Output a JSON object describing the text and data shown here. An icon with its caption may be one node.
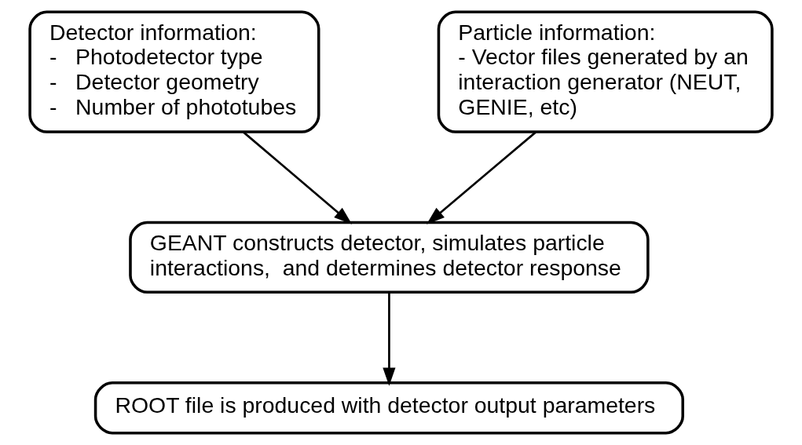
{
  "diagram": {
    "nodes": [
      {
        "text": [
          "Detector information:",
          "-   Photodetector type",
          "-   Detector geometry",
          "-   Number of phototubes"
        ]
      },
      {
        "text": [
          "Particle information:",
          "- Vector files generated by an interaction generator (NEUT, GENIE, etc)"
        ]
      },
      {
        "text": [
          "GEANT constructs detector, simulates particle interactions,  and determines detector response"
        ]
      },
      {
        "text": [
          "ROOT file is produced with detector output parameters"
        ]
      }
    ],
    "edges": [
      {
        "from": 0,
        "to": 2,
        "arrow": "to"
      },
      {
        "from": 1,
        "to": 2,
        "arrow": "to"
      },
      {
        "from": 2,
        "to": 3,
        "arrow": "to"
      }
    ]
  }
}
